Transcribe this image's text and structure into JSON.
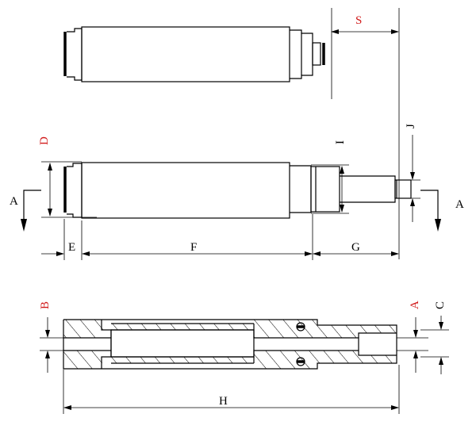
{
  "labels": {
    "S": "S",
    "D": "D",
    "I": "I",
    "J": "J",
    "A_section_left": "A",
    "A_section_right": "A",
    "E": "E",
    "F": "F",
    "G": "G",
    "B": "B",
    "A_dim": "A",
    "C": "C",
    "H": "H"
  },
  "colors": {
    "line": "#000000",
    "highlight_label": "#d11a1a"
  }
}
